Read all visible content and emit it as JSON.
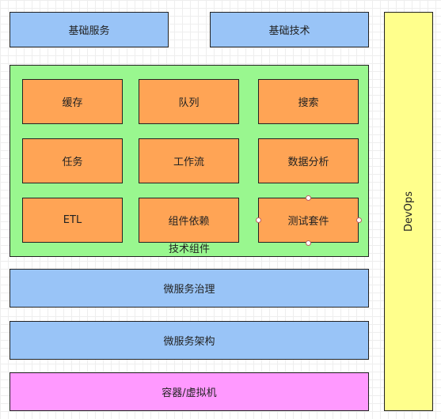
{
  "top_row": {
    "left": "基础服务",
    "right": "基础技术"
  },
  "components": {
    "group_label": "技术组件",
    "items": [
      "缓存",
      "队列",
      "搜索",
      "任务",
      "工作流",
      "数据分析",
      "ETL",
      "组件依赖",
      "测试套件"
    ]
  },
  "layers": {
    "microservice_governance": "微服务治理",
    "microservice_architecture": "微服务架构",
    "container_vm": "容器/虚拟机"
  },
  "devops": "DevOps",
  "colors": {
    "blue": "#99c4f7",
    "green": "#99f78f",
    "orange": "#ffa455",
    "pink": "#ff99ff",
    "yellow": "#ffff8c"
  }
}
